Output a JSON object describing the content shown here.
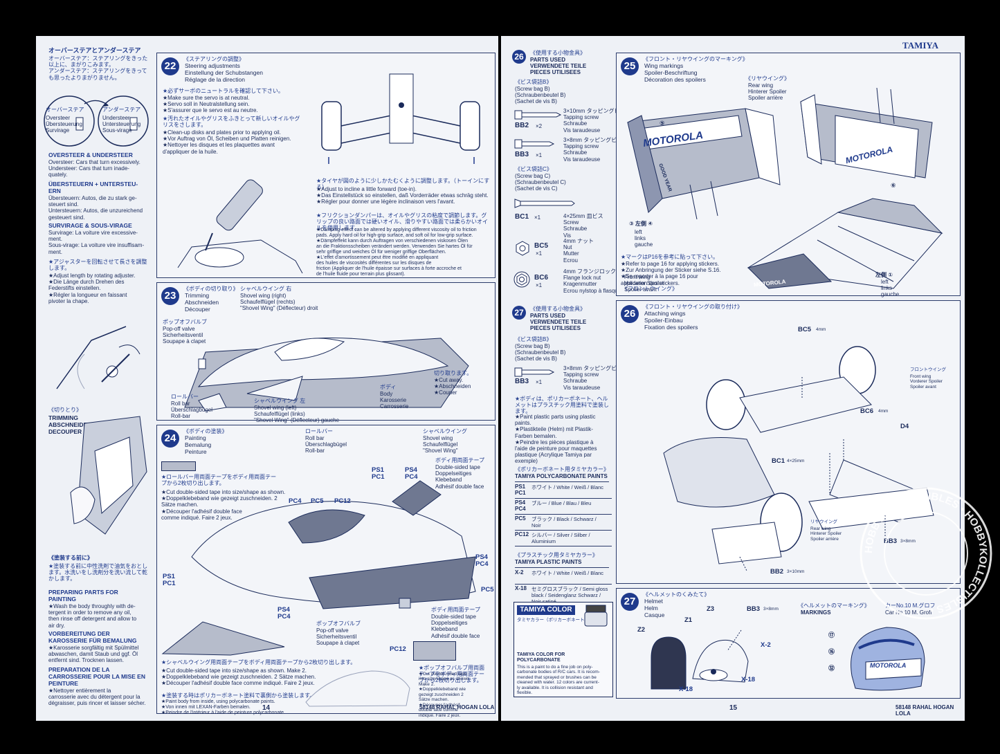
{
  "brand": "TAMIYA",
  "left_page": {
    "page_number": "14",
    "footer": "58148 RAHAL HOGAN LOLA",
    "oversteer": {
      "jp_title": "オーバーステアとアンダーステア",
      "jp_text": "オーバーステア：ステアリングをきった以上に、まがりこみます。\nアンダーステア：ステアリングをきっても思ったよりまがりません。",
      "over_jp": "オーバーステア",
      "over_en": "Oversteer\nÜbersteuerung\nSurvirage",
      "under_jp": "アンダーステア",
      "under_en": "Understeer\nUntersteuerung\nSous-virage",
      "en_head": "OVERSTEER & UNDERSTEER",
      "en_text": "Oversteer: Cars that turn excessively.\nUndersteer: Cars that turn inade-\nquately.",
      "de_head": "ÜBERSTEUERN + UNTERSTEU-\nERN",
      "de_text": "Übersteuern: Autos, die zu stark ge-\nsteuert sind.\nUntersteuern: Autos, die unzureichend\ngesteuert sind.",
      "fr_head": "SURVIRAGE & SOUS-VIRAGE",
      "fr_text": "Survirage: La voiture vire excessive-\nment.\nSous-virage: La voiture vire insuffisam-\nment."
    },
    "adjuster": {
      "jp": "★アジャスターを回転させて長さを調整します。",
      "en": "★Adjust length by rotating adjuster.\n★Die Länge durch Drehen des\n  Federstifts einstellen.\n★Régler la longueur en faissant\n  pivoter la chape."
    },
    "trimming": {
      "jp": "《切りとり》",
      "en": "TRIMMING\nABSCHNEIDEN\nDECOUPER"
    },
    "preparing": {
      "jp_title": "《塗装する前に》",
      "jp_text": "★塗装する前に中性洗剤で油気をおとします。水洗いをし洗剤分を洗い流して乾かします。",
      "en_head": "PREPARING PARTS FOR\nPAINTING",
      "en_text": "★Wash the body throughly with de-\ntergent in order to remove any oil,\nthen rinse off detergent and allow to\nair dry.",
      "de_head": "VORBEREITUNG DER\nKAROSSERIE FÜR BEMALUNG",
      "de_text": "★Karosserie sorgfältig mit Spülmittel\nabwaschen, damit Staub und ggf. Öl\nentfernt sind. Trocknen lassen.",
      "fr_head": "PREPARATION DE LA\nCARROSSERIE POUR LA MISE EN\nPEINTURE",
      "fr_text": "★Nettoyer entièrement la\ncarrosserie avec du détergent pour la\ndégraisser, puis rincer et laisser sécher."
    },
    "step22": {
      "number": "22",
      "jp_title": "《ステアリングの調整》",
      "title": "Steering adjustments\nEinstellung der Schubstangen\nRéglage de la direction",
      "note1_jp": "★必ずサーボのニュートラルを確認して下さい。",
      "note1": "★Make sure the servo is at neutral.\n★Servo soll in Neutralstellung sein.\n★S'assurer que le servo est au neutre.",
      "note2_jp": "★汚れたオイルやグリスをふきとって新しいオイルやグリスをさします。",
      "note2": "★Clean-up disks and plates prior to applying oil.\n★Vor Auftrag von Öl, Scheiben und Platten reinigen.\n★Nettoyer les disques et les plaquettes avant\n  d'appliquer de la huile.",
      "note3_jp": "★タイヤが図のように少しかたむくように調整します。（トーインにする）",
      "note3": "★Adjust to incline a little forward (toe-in).\n★Das Einstellstück so einstellen, daß Vorderräder etwas schräg steht.\n★Régler pour donner une légère inclinaison vers l'avant.",
      "note4_jp": "★フリクションダンパーは、オイルやグリスの粘度で調節します。グリップの良い路面では硬いオイル、滑りやすい路面では柔らかいオイルを使用します。",
      "note4": "★Damping effect can be altered by applying different viscosity oil to friction\npads. Apply hard oil for high-grip surface, and soft oil for low-grip surface.\n★Dämpfeffekt kann durch Auftragen von verschiedenen viskosen Ölen\nan die Fraktionsscheiben verändert werden. Verwenden Sie hartes Öl für\nsehr griffige und weiches Öl für weniger griffige Oberflächen.\n★L'effet d'amortissement peut être modifié en appliquant\ndes huiles de viscosités différentes sur les disques de\nfriction (Appliquer de l'huile épaisse sur surfaces à forte accroche et\nde l'huile fluide pour terrain plus glissant)."
    },
    "step23": {
      "number": "23",
      "jp_title": "《ボディの切り取り》",
      "title": "Trimming\nAbschneiden\nDécouper",
      "popoff_jp": "ポップオフバルブ",
      "popoff": "Pop-off valve\nSicherheitsventil\nSoupape à clapet",
      "shovel_r_jp": "シャベルウイング 右",
      "shovel_r": "Shovel wing (right)\nSchaufelflügel (rechts)\n\"Shovel Wing\" (Déflecteur) droit",
      "rollbar_jp": "ロールバー",
      "rollbar": "Roll bar\nÜberschlagbügel\nRoll-bar",
      "shovel_l_jp": "シャベルウイング 左",
      "shovel_l": "Shovel wing (left)\nSchaufelflügel (links)\n\"Shovel Wing\" (Déflecteur) gauche",
      "body_jp": "ボディ",
      "body": "Body\nKarosserie\nCarrosserie",
      "cut_jp": "切り取ります。",
      "cut": "★Cut away.\n★Abschneiden\n★Couper"
    },
    "step24": {
      "number": "24",
      "jp_title": "《ボディの塗装》",
      "title": "Painting\nBemalung\nPeinture",
      "rollbar_jp": "ロールバー",
      "rollbar": "Roll bar\nÜberschlagbügel\nRoll-bar",
      "shovel_jp": "シャベルウイング",
      "shovel": "Shovel wing\nSchaufelflügel\n\"Shovel Wing\"",
      "tape_jp": "ボディ用両面テープ",
      "tape": "Double-sided tape\nDoppelseitiges\nKlebeband\nAdhésif double face",
      "tape2_jp": "ボディ用両面テープ",
      "tape2": "Double-sided tape\nDoppelseitiges\nKlebeband\nAdhésif double face",
      "popoff_jp": "ポップオフバルブ",
      "popoff": "Pop-off valve\nSicherheitsventil\nSoupape à clapet",
      "note_rollbar_jp": "★ロールバー用両面テープをボディ用両面テープから2枚切り出します。",
      "note_rollbar": "★Cut double-sided tape into size/shape as shown.\n★Doppelklebeband wie gezeigt zuschneiden. 2\n  Sätze machen.\n★Découper l'adhésif double face\n  comme indiqué. Faire 2 jeux.",
      "note_shovel_jp": "★シャベルウイング用両面テープをボディ用両面テープから2枚切り出します。",
      "note_shovel": "★Cut double-sided tape into size/shape as shown. Make 2.\n★Doppelklebeband wie gezeigt zuschneiden. 2 Sätze machen.\n★Découper l'adhésif double face comme indiqué. Faire 2 jeux.",
      "note_popoff_jp": "★ポップオフバルブ用両面テープをボディ用両面テープから2枚切り出します。",
      "note_popoff": "★Cut double-sided tape\ninto size/shape as shown.\nMake 2.\n★Doppelklebeband wie\ngezeigt zuschneiden 2\nSätze machen.\n★Découper l'adhésif\ndouble face comme\nindiqué. Faire 2 jeux.",
      "note_paint_jp": "★塗装する時はポリカーボネート塗料で裏側から塗装します。",
      "note_paint": "★Paint body from inside, using polycarbonate paints.\n★Von innen mit LEXAN-Farben bemalen.\n★Peindre de l'intérieur à l'aide de peinture polycarbonate.",
      "callouts": [
        "PC4",
        "PC5",
        "PC12",
        "PS1\nPC1",
        "PS4\nPC4",
        "PS4\nPC4",
        "PC5",
        "PS1\nPC1",
        "PS4\nPC4",
        "PC12"
      ]
    }
  },
  "right_page": {
    "page_number": "15",
    "footer": "58148 RAHAL HOGAN LOLA",
    "step26_parts": {
      "number": "26",
      "jp_title": "《使用する小物金具》",
      "title": "PARTS USED\nVERWENDETE TEILE\nPIECES UTILISEES",
      "bagB_jp": "《ビス袋詰B》",
      "bagB": "(Screw bag B)\n(Schraubenbeutel B)\n(Sachet de vis B)",
      "bb2_code": "BB2",
      "bb2_qty": "×2",
      "bb2_desc": "3×10mm タッピングビス\nTapping screw\nSchraube\nVis taraudeuse",
      "bb3_code": "BB3",
      "bb3_qty": "×1",
      "bb3_desc": "3×8mm タッピングビス\nTapping screw\nSchraube\nVis taraudeuse",
      "bagC_jp": "《ビス袋詰C》",
      "bagC": "(Screw bag C)\n(Schraubenbeutel C)\n(Sachet de vis C)",
      "bc1_code": "BC1",
      "bc1_qty": "×1",
      "bc1_desc": "4×25mm 皿ビス\nScrew\nSchraube\nVis",
      "bc5_code": "BC5",
      "bc5_qty": "×1",
      "bc5_desc": "4mm ナット\nNut\nMutter\nEcrou",
      "bc6_code": "BC6",
      "bc6_qty": "×1",
      "bc6_desc": "4mm フランジロックナット\nFlange lock nut\nKragenmutter\nEcrou nylstop à flasque"
    },
    "step25": {
      "number": "25",
      "jp_title": "《フロント・リヤウイングのマーキング》",
      "title": "Wing markings\nSpoiler-Beschriftung\nDécoration des spoilers",
      "rear_jp": "《リヤウイング》",
      "rear": "Rear wing\nHinterer Spoiler\nSpoiler arrière",
      "front_jp": "《フロントウイング》",
      "front": "Front wing\nVorderer Spoiler\nSpoiler avant",
      "sticker_brand": "MOTOROLA",
      "sticker_tire": "GOOD YEAR",
      "left_l": "③ 左側 ④",
      "left_en": "left\nlinks\ngauche",
      "left_r": "左側 ①",
      "left_en2": "left\nlinks\ngauche",
      "num5": "⑤",
      "num6": "⑥",
      "note_jp": "★マークはP16を参考に貼って下さい。",
      "note": "★Refer to page 16 for applying stickers.\n★Zur Anbringung der Sticker siehe S.16.\n★Se reporter à la page 16 pour\n  application des stickers."
    },
    "step27_parts": {
      "number": "27",
      "jp_title": "《使用する小物金具》",
      "title": "PARTS USED\nVERWENDETE TEILE\nPIECES UTILISEES",
      "bagB_jp": "《ビス袋詰B》",
      "bagB": "(Screw bag B)\n(Schraubenbeutel B)\n(Sachet de vis B)",
      "bb3_code": "BB3",
      "bb3_qty": "×1",
      "bb3_desc": "3×8mm タッピングビス\nTapping screw\nSchraube\nVis taraudeuse",
      "note_jp": "★ボディは、ポリカーボネート、ヘルメットはプラスチック用塗料で塗装します。",
      "note": "★Paint plastic parts using plastic\npaints.\n★Plastikteile (Helm) mit Plastik-\nFarben bemalen.\n★Peindre les pièces plastique à\nl'aide de peinture pour maquettes\nplastique (Acrylique Tamiya par\nexemple)"
    },
    "paints": {
      "poly_jp": "《ポリカーボネート用タミヤカラー》",
      "poly_title": "TAMIYA POLYCARBONATE PAINTS",
      "poly_rows": [
        {
          "code": "PS1\nPC1",
          "desc": "ホワイト / White / Weiß / Blanc"
        },
        {
          "code": "PS4\nPC4",
          "desc": "ブルー / Blue / Blau / Bleu"
        },
        {
          "code": "PC5",
          "desc": "ブラック / Black / Schwarz /\nNoir"
        },
        {
          "code": "PC12",
          "desc": "シルバー / Silver / Silber /\nAluminium"
        }
      ],
      "plastic_jp": "《プラスチック用タミヤカラー》",
      "plastic_title": "TAMIYA PLASTIC PAINTS",
      "plastic_rows": [
        {
          "code": "X-2",
          "desc": "ホワイト / White / Weiß / Blanc"
        },
        {
          "code": "X-18",
          "desc": "セミグロスブラック / Semi gloss\nblack / Seidenglanz Schwarz /\nNoir satiné"
        }
      ],
      "color_box_title": "TAMIYA COLOR",
      "color_box_jp": "タミヤカラー（ポリカーボネート用）",
      "color_box_head": "TAMIYA COLOR FOR\nPOLYCARBONATE",
      "color_box_text": "This is a paint to do a fine job on poly-\ncarbonate bodies of R/C cars. It is recom-\nmended that sprayed or brushes can be\ncleaned with water. 12 colors are current-\nly available. It is collision resistant and\nflexible."
    },
    "step26": {
      "number": "26",
      "jp_title": "《フロント・リヤウイングの取り付け》",
      "title": "Attaching wings\nSpoiler-Einbau\nFixation des spoilers",
      "front_jp": "フロントウイング",
      "front": "Front wing\nVorderer Spoiler\nSpoiler avant",
      "rear_jp": "リヤウイング",
      "rear": "Rear wing\nHinterer Spoiler\nSpoiler arrière",
      "labels": {
        "bc5": "BC5",
        "bc5_size": "4mm",
        "bc6": "BC6",
        "bc6_size": "4mm",
        "d4": "D4",
        "bc1": "BC1",
        "bc1_size": "4×25mm",
        "bb3": "BB3",
        "bb3_size": "3×8mm",
        "bb2": "BB2",
        "bb2_size": "3×10mm"
      }
    },
    "step27": {
      "number": "27",
      "jp_title": "《ヘルメットのくみたて》",
      "title": "Helmet\nHelm\nCasque",
      "z1": "Z1",
      "z2": "Z2",
      "z3": "Z3",
      "bb3": "BB3",
      "bb3_size": "3×8mm",
      "x2": "X-2",
      "x18a": "X-18",
      "x18b": "X-18",
      "markings_jp": "《ヘルメットのマーキング》",
      "markings": "MARKINGS",
      "driver_jp": "カーNo.10 M.グロフ",
      "driver": "Car No.10 M. Groff",
      "n17": "⑰",
      "n16": "⑯",
      "n32": "㉜"
    }
  },
  "watermark": "HOBBYKOLLECTIBLES",
  "colors": {
    "navy": "#1f3a8c",
    "ink": "#1a2a5a",
    "paper": "#eef1f6",
    "black": "#000000"
  }
}
